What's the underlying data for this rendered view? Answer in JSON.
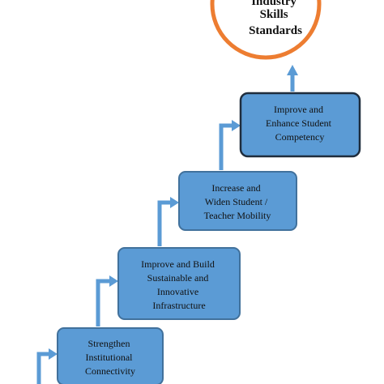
{
  "goal": {
    "lines": [
      "Industry",
      "Skills",
      "Standards"
    ]
  },
  "steps": [
    {
      "lines": [
        "Strengthen",
        "Institutional",
        "Connectivity"
      ]
    },
    {
      "lines": [
        "Improve and Build",
        "Sustainable and",
        "Innovative",
        "Infrastructure"
      ]
    },
    {
      "lines": [
        "Increase and",
        "Widen Student /",
        "Teacher Mobility"
      ]
    },
    {
      "lines": [
        "Improve and",
        "Enhance Student",
        "Competency"
      ]
    }
  ],
  "colors": {
    "box_fill": "#5b9bd5",
    "box_stroke": "#41719c",
    "last_box_fill": "#5b9bd5",
    "last_box_stroke": "#1f2d3d",
    "arrow": "#5b9bd5",
    "goal_ring": "#ed7d31"
  }
}
